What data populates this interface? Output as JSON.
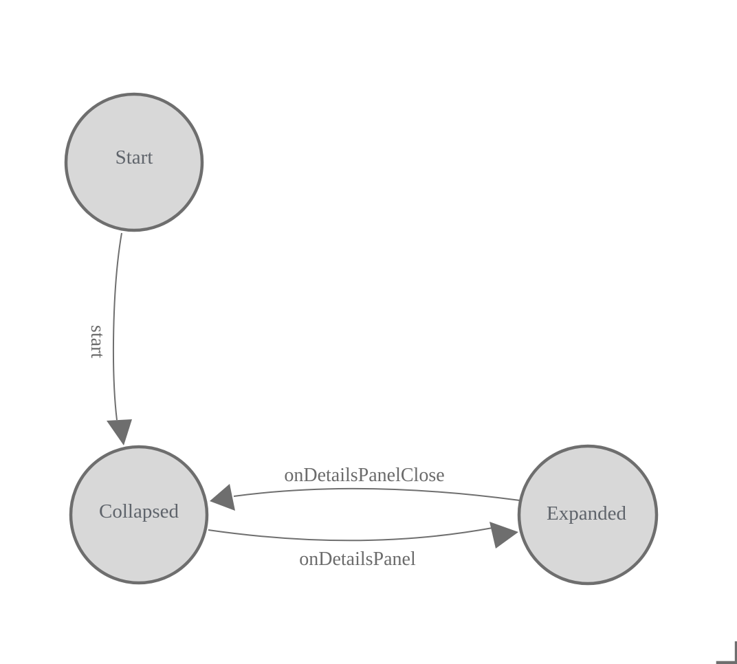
{
  "diagram": {
    "type": "state-machine",
    "nodes": [
      {
        "id": "start",
        "label": "Start"
      },
      {
        "id": "collapsed",
        "label": "Collapsed"
      },
      {
        "id": "expanded",
        "label": "Expanded"
      }
    ],
    "edges": [
      {
        "from": "Start",
        "to": "Collapsed",
        "label": "start"
      },
      {
        "from": "Expanded",
        "to": "Collapsed",
        "label": "onDetailsPanelClose"
      },
      {
        "from": "Collapsed",
        "to": "Expanded",
        "label": "onDetailsPanel"
      }
    ]
  },
  "colors": {
    "background": "#ffffff",
    "node_fill": "#d8d8d8",
    "node_stroke": "#6e6e6e",
    "node_text": "#5f646b",
    "edge_stroke": "#6e6e6e",
    "edge_text": "#6b6b6b",
    "arrowhead": "#6e6e6e",
    "corner_mark": "#6e6e6e"
  }
}
